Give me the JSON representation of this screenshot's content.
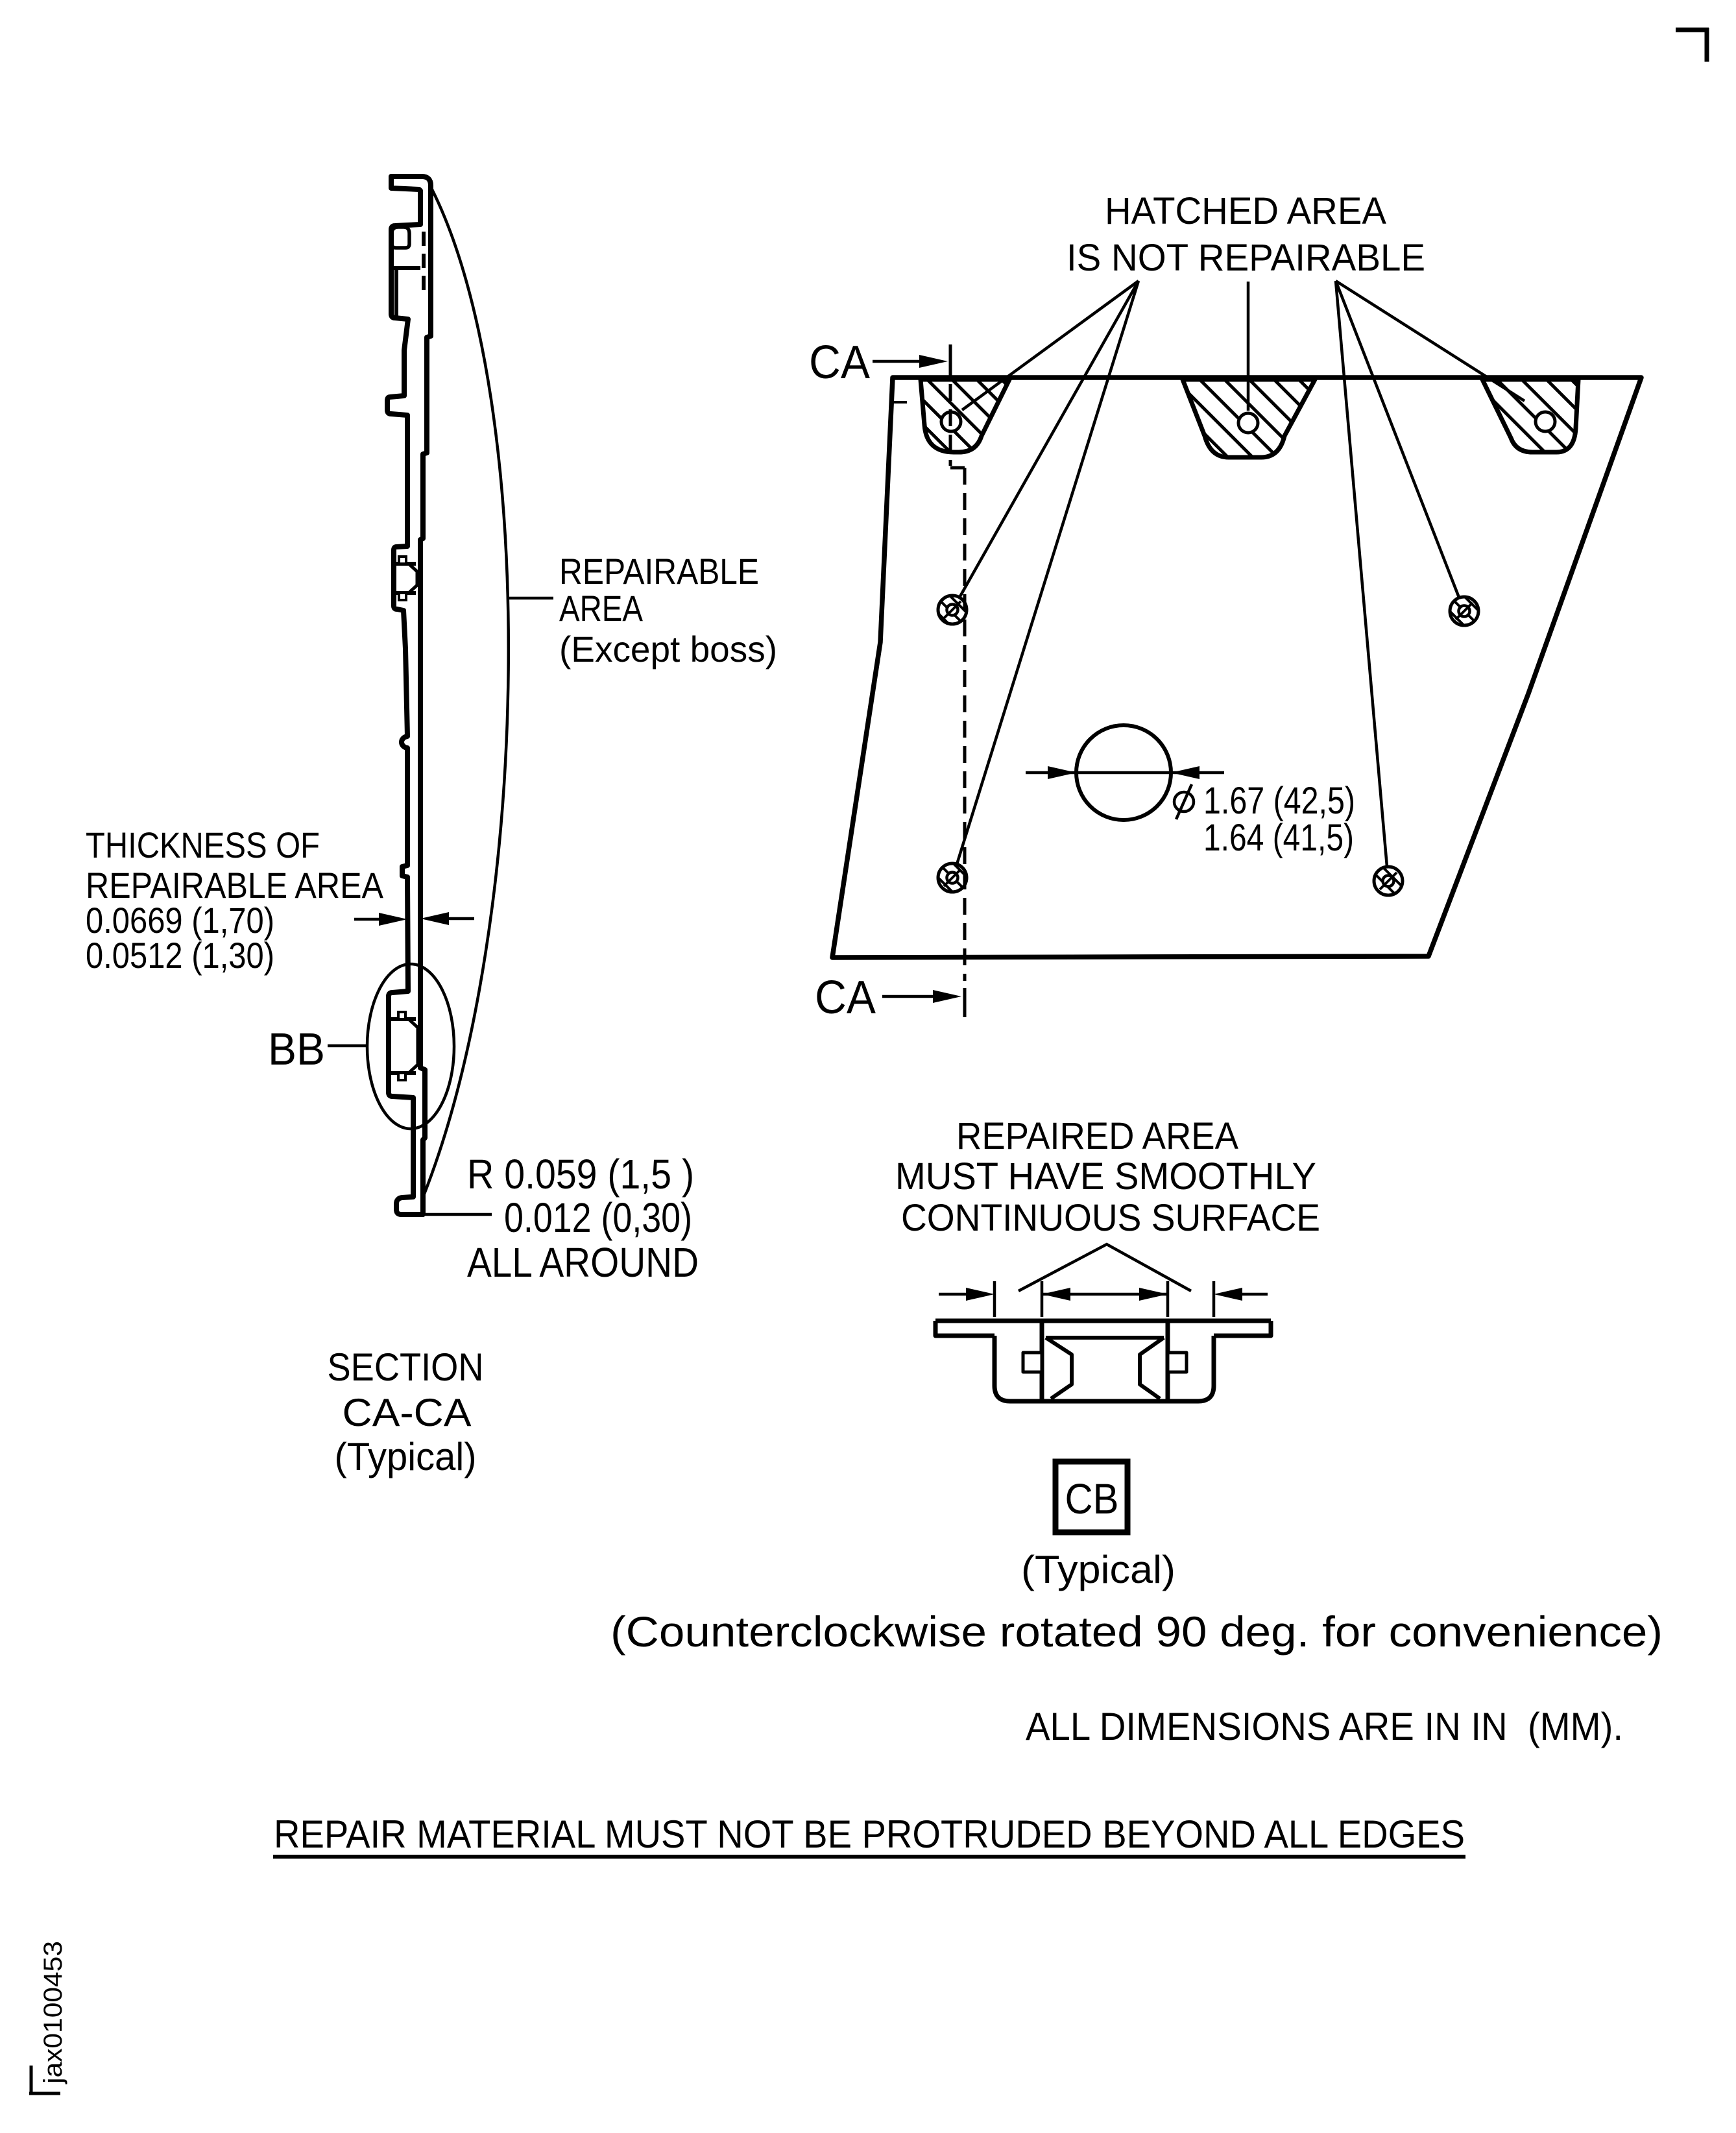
{
  "figure": {
    "footer_code": "jax0100453",
    "section_view": {
      "repairable_area_label": [
        "REPAIRABLE",
        "AREA",
        "(Except boss)"
      ],
      "thickness_label": [
        "THICKNESS OF",
        "REPAIRABLE AREA",
        "0.0669 (1,70)",
        "0.0512 (1,30)"
      ],
      "detail_marker": "BB",
      "edge_callout": [
        "R 0.059 (1,5 )",
        "0.012 (0,30)",
        "ALL AROUND"
      ],
      "caption": [
        "SECTION",
        "CA-CA",
        "(Typical)"
      ]
    },
    "plan_view": {
      "hatched_note": [
        "HATCHED AREA",
        "IS NOT REPAIRABLE"
      ],
      "section_label_top": "CA",
      "section_label_bottom": "CA",
      "hole_diameter": [
        "1.67 (42,5)",
        "1.64 (41,5)"
      ]
    },
    "repaired_detail": {
      "note": [
        "REPAIRED AREA",
        "MUST HAVE SMOOTHLY",
        "CONTINUOUS SURFACE"
      ],
      "detail_marker": "CB",
      "caption": "(Typical)"
    },
    "notes": {
      "rotation_note": "(Counterclockwise rotated 90 deg. for convenience)",
      "units_note": "ALL DIMENSIONS ARE IN IN  (MM).",
      "warning": "REPAIR MATERIAL MUST NOT BE PROTRUDED BEYOND ALL EDGES"
    }
  }
}
